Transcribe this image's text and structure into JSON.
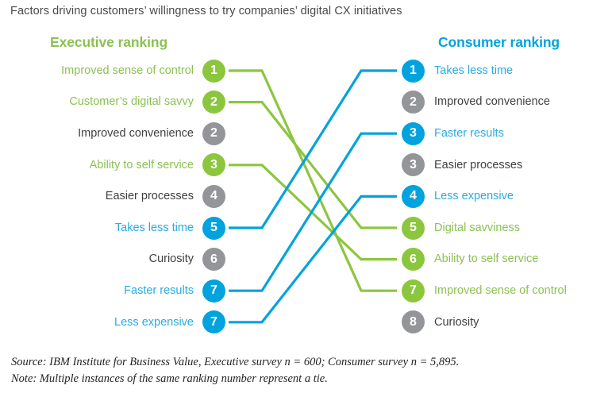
{
  "title": "Factors driving customers’ willingness to try companies’ digital CX initiatives",
  "colors": {
    "green": "#8cc63f",
    "green_text": "#8cc152",
    "blue": "#00a3dd",
    "blue_text": "#29abe2",
    "gray": "#939598",
    "gray_text": "#3f3f3f",
    "background": "#ffffff"
  },
  "columns": {
    "executive": {
      "header": "Executive ranking"
    },
    "consumer": {
      "header": "Consumer ranking"
    }
  },
  "footnotes": {
    "source": "Source: IBM Institute for Business Value, Executive survey n = 600; Consumer survey n = 5,895.",
    "note": "Note: Multiple instances of the same ranking number represent a tie."
  },
  "chart_data": {
    "type": "table",
    "title": "Factors driving customers’ willingness to try companies’ digital CX initiatives",
    "subtitle": "",
    "xlabel": "",
    "ylabel": "",
    "legend_position": "none",
    "grid": false,
    "series": [
      {
        "name": "Executive ranking",
        "values": [
          {
            "rank": "1",
            "label": "Improved sense of control",
            "color": "green"
          },
          {
            "rank": "2",
            "label": "Customer’s digital savvy",
            "color": "green"
          },
          {
            "rank": "2",
            "label": "Improved convenience",
            "color": "gray"
          },
          {
            "rank": "3",
            "label": "Ability to self service",
            "color": "green"
          },
          {
            "rank": "4",
            "label": "Easier processes",
            "color": "gray"
          },
          {
            "rank": "5",
            "label": "Takes less time",
            "color": "blue"
          },
          {
            "rank": "6",
            "label": "Curiosity",
            "color": "gray"
          },
          {
            "rank": "7",
            "label": "Faster results",
            "color": "blue"
          },
          {
            "rank": "7",
            "label": "Less expensive",
            "color": "blue"
          }
        ]
      },
      {
        "name": "Consumer ranking",
        "values": [
          {
            "rank": "1",
            "label": "Takes less time",
            "color": "blue"
          },
          {
            "rank": "2",
            "label": "Improved convenience",
            "color": "gray"
          },
          {
            "rank": "3",
            "label": "Faster results",
            "color": "blue"
          },
          {
            "rank": "3",
            "label": "Easier processes",
            "color": "gray"
          },
          {
            "rank": "4",
            "label": "Less expensive",
            "color": "blue"
          },
          {
            "rank": "5",
            "label": "Digital savviness",
            "color": "green"
          },
          {
            "rank": "6",
            "label": "Ability to self service",
            "color": "green"
          },
          {
            "rank": "7",
            "label": "Improved sense of control",
            "color": "green"
          },
          {
            "rank": "8",
            "label": "Curiosity",
            "color": "gray"
          }
        ]
      }
    ],
    "connections": [
      {
        "from_index": 0,
        "to_index": 7,
        "from_label": "Improved sense of control",
        "to_label": "Improved sense of control",
        "color": "green"
      },
      {
        "from_index": 1,
        "to_index": 5,
        "from_label": "Customer’s digital savvy",
        "to_label": "Digital savviness",
        "color": "green"
      },
      {
        "from_index": 3,
        "to_index": 6,
        "from_label": "Ability to self service",
        "to_label": "Ability to self service",
        "color": "green"
      },
      {
        "from_index": 5,
        "to_index": 0,
        "from_label": "Takes less time",
        "to_label": "Takes less time",
        "color": "blue"
      },
      {
        "from_index": 7,
        "to_index": 2,
        "from_label": "Faster results",
        "to_label": "Faster results",
        "color": "blue"
      },
      {
        "from_index": 8,
        "to_index": 4,
        "from_label": "Less expensive",
        "to_label": "Less expensive",
        "color": "blue"
      }
    ]
  }
}
